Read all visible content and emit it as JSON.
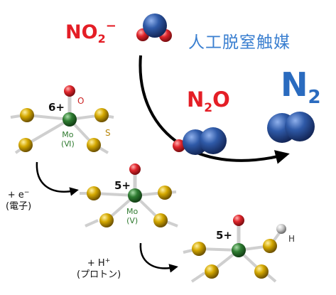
{
  "reaction": {
    "no2": {
      "text": "NO",
      "sub": "2",
      "sup": "−"
    },
    "catalyst": "人工脱窒触媒",
    "n2o": {
      "n": "N",
      "sub": "2",
      "o": "O"
    },
    "n2": {
      "n": "N",
      "sub": "2"
    }
  },
  "complexes": [
    {
      "oxidation_state": "6+",
      "oxygen": "O",
      "sulfur": "S",
      "metal": "Mo",
      "metal_state": "(Ⅵ)"
    },
    {
      "oxidation_state": "5+",
      "metal": "Mo",
      "metal_state": "(Ⅴ)"
    },
    {
      "oxidation_state": "5+",
      "hydrogen": "H"
    }
  ],
  "steps": [
    {
      "reagent": "+ e",
      "reagent_sup": "−",
      "name": "(電子)"
    },
    {
      "reagent": "+ H",
      "reagent_sup": "+",
      "name": "(プロトン)"
    }
  ],
  "colors": {
    "nitrogen": "#2f5aa8",
    "oxygen": "#e0262c",
    "sulfur": "#c9a000",
    "molybdenum": "#2f7d32",
    "hydrogen": "#b0b0b0",
    "label_red": "#e41e26",
    "label_blue": "#3a7fd0"
  }
}
